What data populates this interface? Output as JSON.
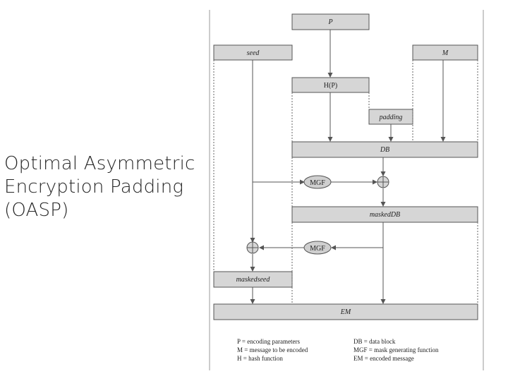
{
  "slide": {
    "title_lines": [
      "Optimal Asymmetric",
      "Encryption Padding",
      "(OASP)"
    ]
  },
  "diagram": {
    "boxes": {
      "p": "P",
      "seed": "seed",
      "m": "M",
      "hp": "H(P)",
      "padding": "padding",
      "db": "DB",
      "masked_db": "maskedDB",
      "masked_seed": "maskedseed",
      "em": "EM"
    },
    "mgf_top": "MGF",
    "mgf_bottom": "MGF",
    "legend": {
      "left": [
        "P = encoding parameters",
        "M = message to be encoded",
        "H = hash function"
      ],
      "right": [
        "DB = data block",
        "MGF = mask generating function",
        "EM = encoded message"
      ]
    }
  }
}
